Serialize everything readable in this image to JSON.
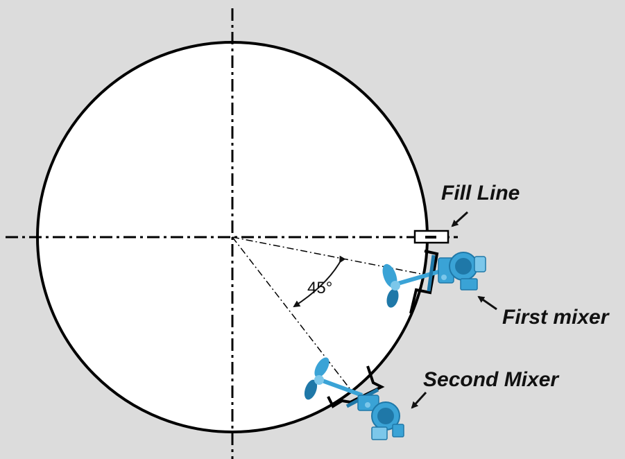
{
  "labels": {
    "fill_line": "Fill Line",
    "first_mixer": "First mixer",
    "second_mixer": "Second Mixer",
    "angle": "45°"
  },
  "colors": {
    "background": "#dcdcdc",
    "tank_fill": "#ffffff",
    "outline": "#000000",
    "mixer_blue": "#3aa3d6",
    "mixer_blue_dark": "#1f78a8",
    "mixer_blue_light": "#7cc7ea"
  }
}
